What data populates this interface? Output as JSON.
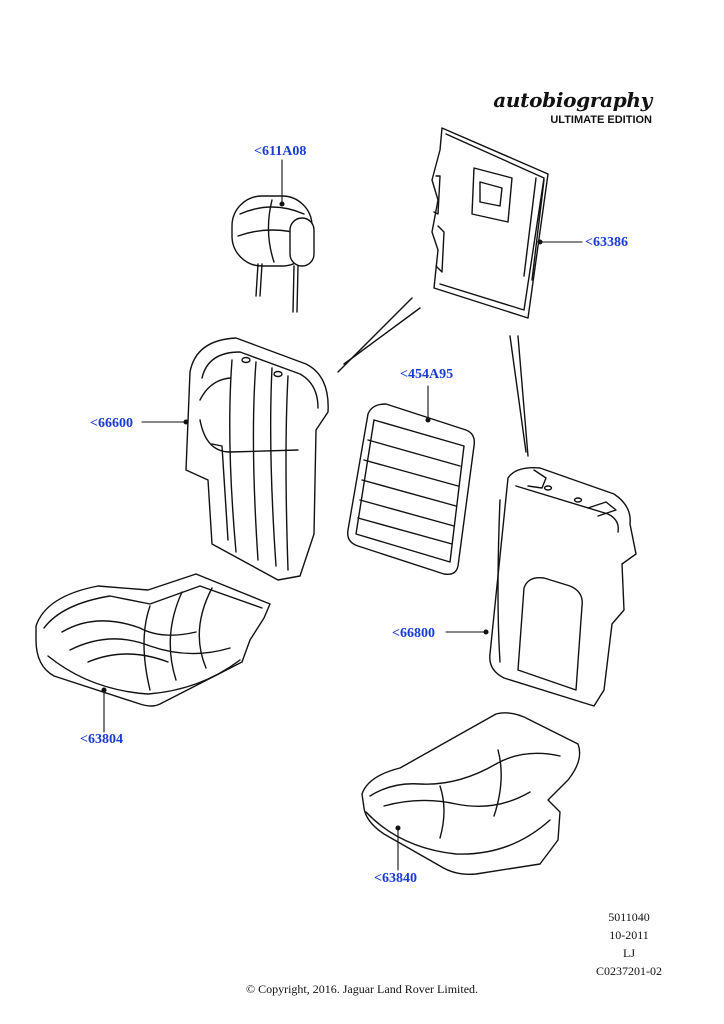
{
  "brand": {
    "title": "autobiography",
    "subtitle": "ULTIMATE EDITION"
  },
  "callouts": {
    "headrest": "<611A08",
    "back_panel": "<63386",
    "armrest_pad": "<454A95",
    "left_backrest": "<66600",
    "right_backrest": "<66800",
    "left_cushion": "<63804",
    "right_cushion": "<63840"
  },
  "refs": {
    "line1": "5011040",
    "line2": "10-2011",
    "line3": "LJ",
    "line4": "C0237201-02"
  },
  "copyright": "© Copyright, 2016. Jaguar Land Rover Limited.",
  "colors": {
    "callout": "#1a3bd6",
    "outline": "#111111"
  }
}
